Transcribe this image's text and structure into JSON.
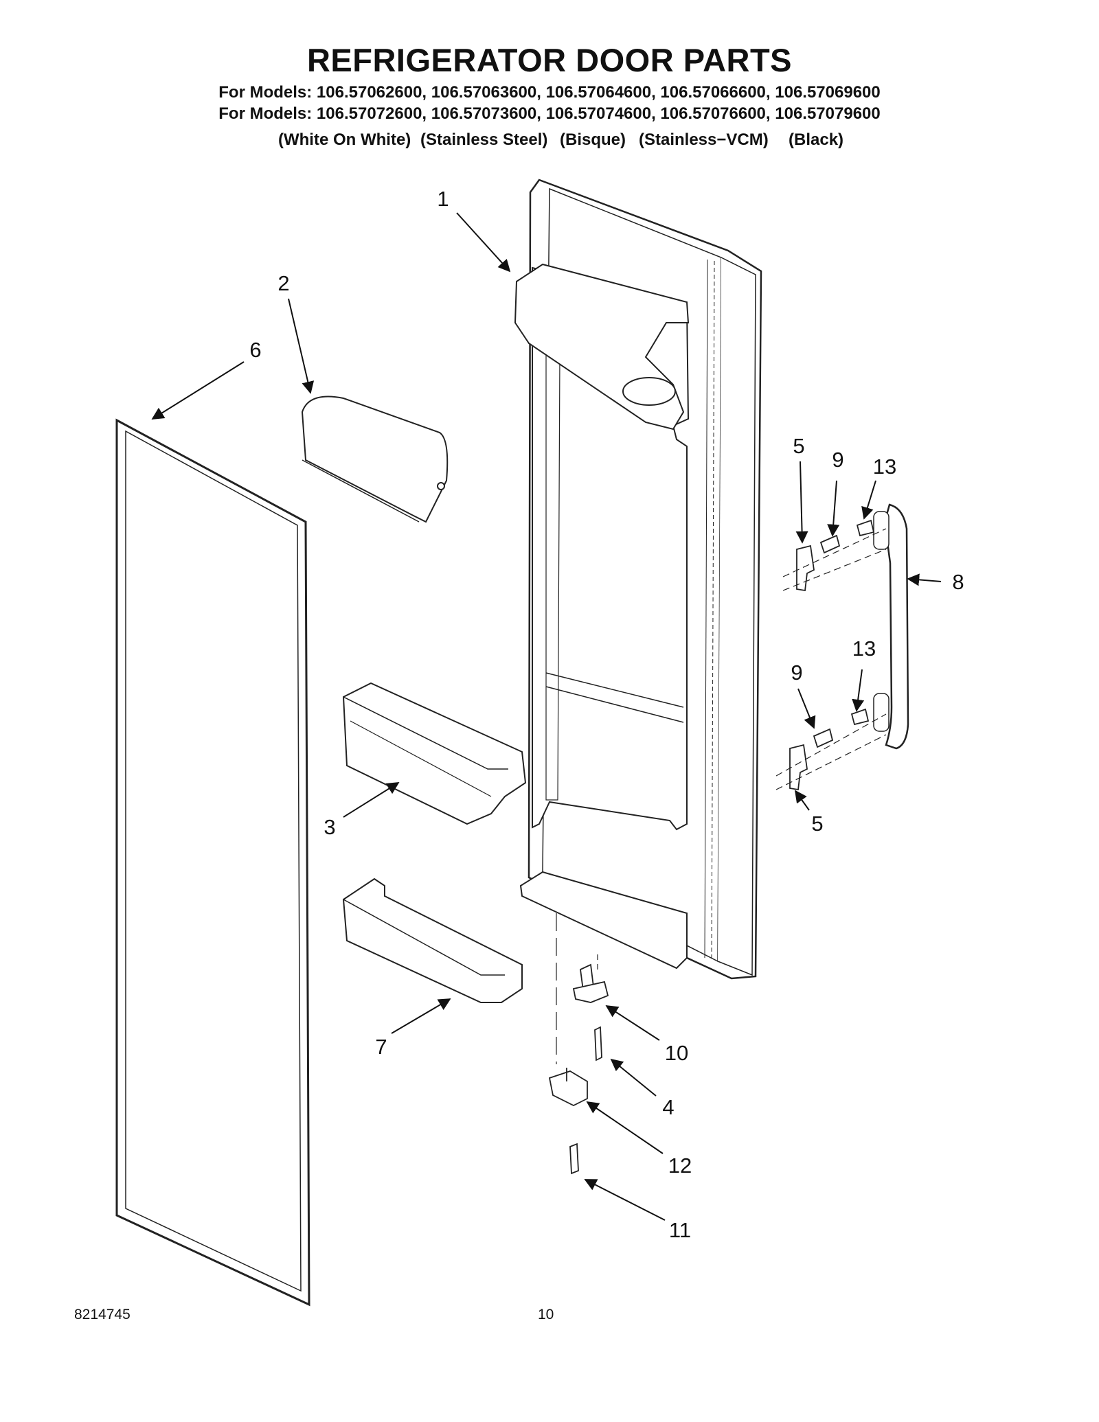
{
  "title": "REFRIGERATOR DOOR PARTS",
  "model_lines": [
    "For Models: 106.57062600, 106.57063600, 106.57064600, 106.57066600, 106.57069600",
    "For Models: 106.57072600, 106.57073600, 106.57074600, 106.57076600, 106.57079600"
  ],
  "color_labels": [
    "(White On White)",
    "(Stainless Steel)",
    "(Bisque)",
    "(Stainless−VCM)",
    "(Black)"
  ],
  "callouts": {
    "door_liner": "1",
    "dairy_cover": "2",
    "bin_upper": "3",
    "hinge_screw": "4",
    "handle_bracket_top": "5",
    "handle_bracket_bottom": "5",
    "gasket": "6",
    "bin_lower": "7",
    "handle": "8",
    "bracket_screw_top": "9",
    "bracket_screw_bottom": "9",
    "hinge_pin": "10",
    "plate_screw": "11",
    "hinge_plate": "12",
    "handle_screw_top": "13",
    "handle_screw_bottom": "13"
  },
  "footer": {
    "doc_number": "8214745",
    "page_number": "10"
  }
}
